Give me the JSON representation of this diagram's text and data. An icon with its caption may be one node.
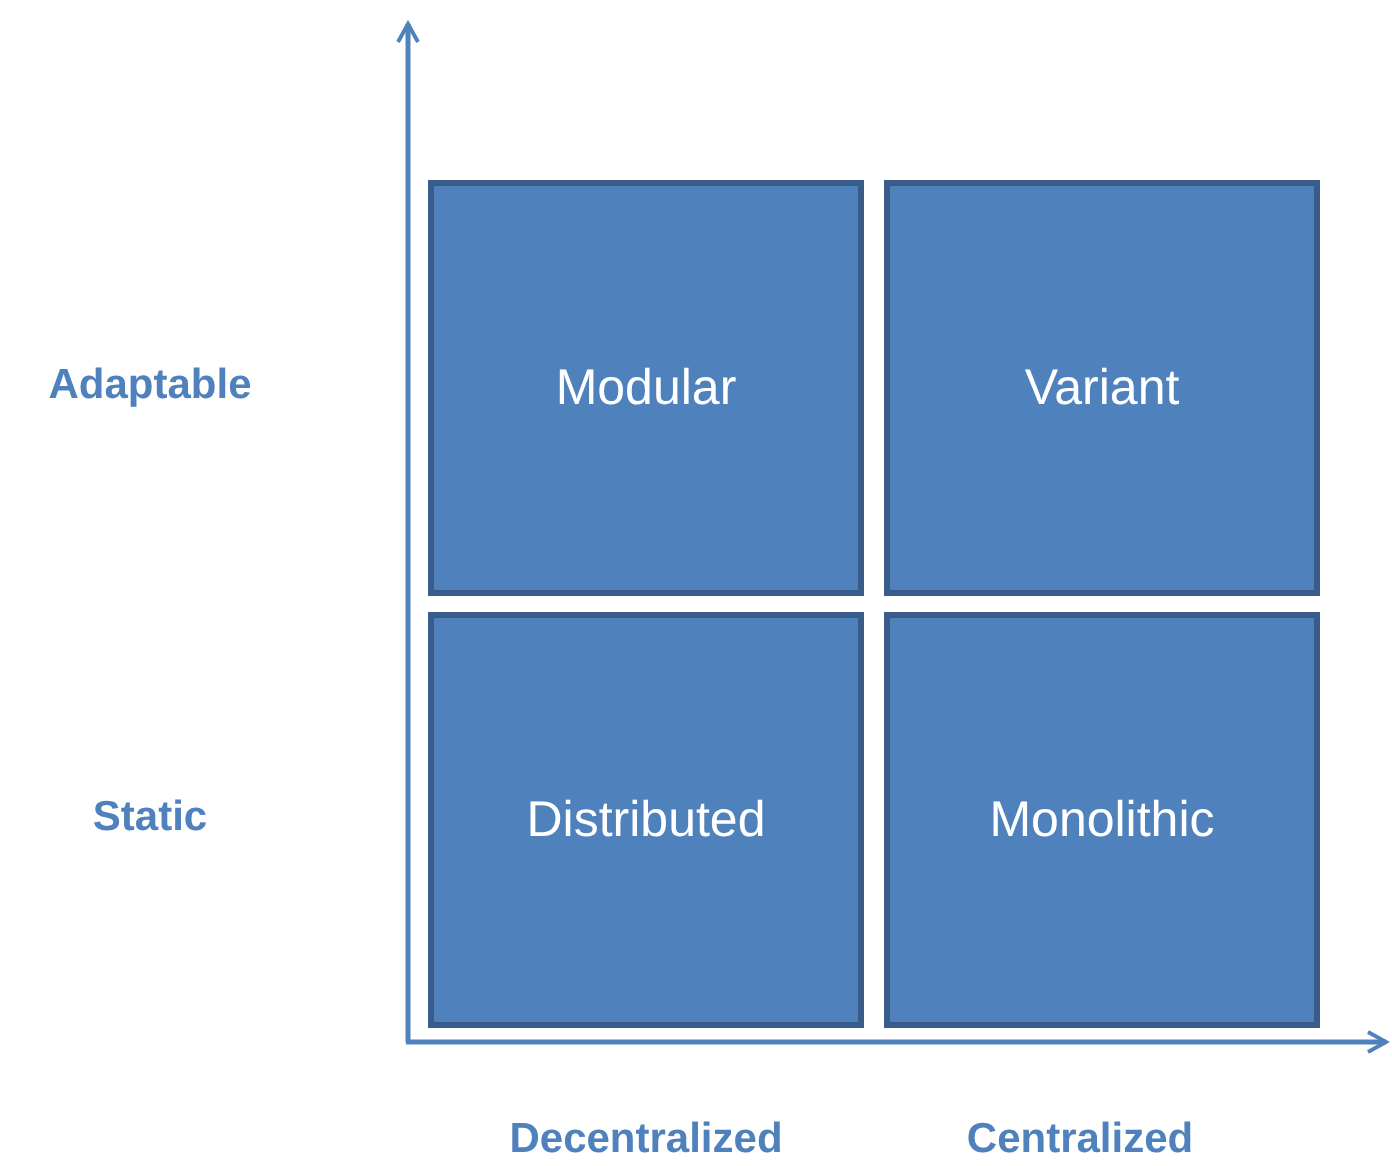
{
  "diagram": {
    "nodes": [
      {
        "text": [
          "Modular"
        ]
      },
      {
        "text": [
          "Variant"
        ]
      },
      {
        "text": [
          "Distributed"
        ]
      },
      {
        "text": [
          "Monolithic"
        ]
      }
    ],
    "labels": [
      "Adaptable",
      "Static",
      "Decentralized",
      "Centralized"
    ]
  }
}
